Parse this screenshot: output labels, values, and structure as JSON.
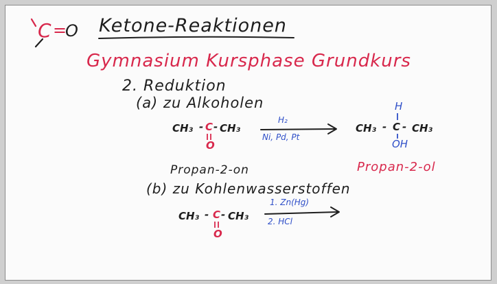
{
  "header": {
    "carbonyl_c": "C",
    "carbonyl_bond": "=",
    "carbonyl_o": "O",
    "title": "Ketone-Reaktionen",
    "subtitle": "Gymnasium Kursphase Grundkurs"
  },
  "section": {
    "heading": "2. Reduktion",
    "part_a": {
      "label": "(a) zu Alkoholen",
      "reactant_left": "CH₃",
      "reactant_center": "C",
      "reactant_right": "CH₃",
      "reactant_o": "O",
      "reagent_top": "H₂",
      "reagent_bottom": "Ni, Pd, Pt",
      "product_left": "CH₃",
      "product_center": "C",
      "product_right": "CH₃",
      "product_h": "H",
      "product_oh": "OH",
      "reactant_name": "Propan-2-on",
      "product_name": "Propan-2-ol"
    },
    "part_b": {
      "label": "(b) zu Kohlenwasserstoffen",
      "reactant_left": "CH₃",
      "reactant_center": "C",
      "reactant_right": "CH₃",
      "reactant_o": "O",
      "reagent_top": "1. Zn(Hg)",
      "reagent_bottom": "2. HCl"
    }
  },
  "colors": {
    "ink": "#1e1e1e",
    "red": "#d8284c",
    "blue": "#2f4fc8",
    "board": "#fbfbfb"
  }
}
